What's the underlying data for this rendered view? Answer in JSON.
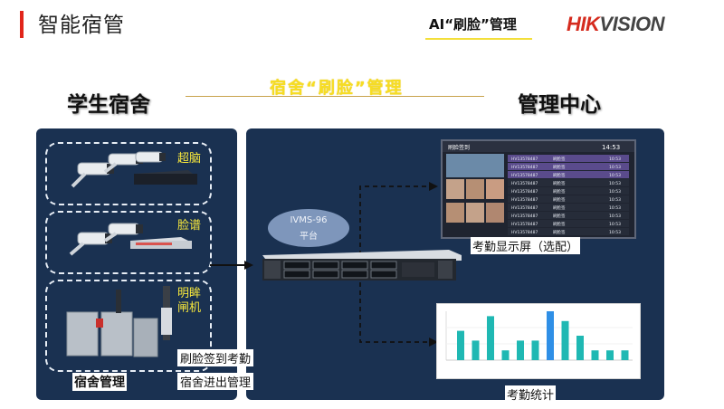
{
  "header": {
    "title": "智能宿管",
    "subtitle": "AI“刷脸”管理",
    "brand_prefix": "HIK",
    "brand_suffix": "VISION"
  },
  "diagram": {
    "center_title": "宿舍“刷脸”管理",
    "left_heading": "学生宿舍",
    "right_heading": "管理中心",
    "left_boxes": [
      {
        "label": "超脑"
      },
      {
        "label": "脸谱"
      },
      {
        "label": "明眸闸机"
      }
    ],
    "dorm_label": "宿舍管理",
    "notes": [
      "刷脸签到考勤",
      "宿舍进出管理"
    ],
    "platform_name": "IVMS-96",
    "platform_sub": "平台",
    "display_caption": "考勤显示屏（选配）",
    "stats_caption": "考勤统计"
  },
  "screen": {
    "heading": "刷脸签到",
    "time": "14:53",
    "rows": [
      {
        "id": "HV13578487",
        "status": "刷脸签",
        "time": "10:53"
      },
      {
        "id": "HV13578487",
        "status": "刷脸签",
        "time": "10:53"
      },
      {
        "id": "HV13578487",
        "status": "刷脸签",
        "time": "10:53"
      },
      {
        "id": "HV13578487",
        "status": "刷脸签",
        "time": "10:53"
      },
      {
        "id": "HV13578487",
        "status": "刷脸签",
        "time": "10:53"
      },
      {
        "id": "HV13578487",
        "status": "刷脸签",
        "time": "10:53"
      },
      {
        "id": "HV13578487",
        "status": "刷脸签",
        "time": "10:53"
      },
      {
        "id": "HV13578487",
        "status": "刷脸签",
        "time": "10:53"
      },
      {
        "id": "HV13578487",
        "status": "刷脸签",
        "time": "10:53"
      },
      {
        "id": "HV13578487",
        "status": "刷脸签",
        "time": "10:53"
      }
    ]
  },
  "colors": {
    "accent_red": "#e1251b",
    "panel_navy": "#1a3151",
    "label_yellow": "#f7e73c",
    "bar_teal": "#1fb8b3",
    "bar_blue": "#2f8fe6"
  },
  "chart_data": {
    "type": "bar",
    "values": [
      6,
      4,
      9,
      2,
      4,
      4,
      10,
      8,
      5,
      2,
      2,
      2
    ],
    "highlight_index": 6
  }
}
